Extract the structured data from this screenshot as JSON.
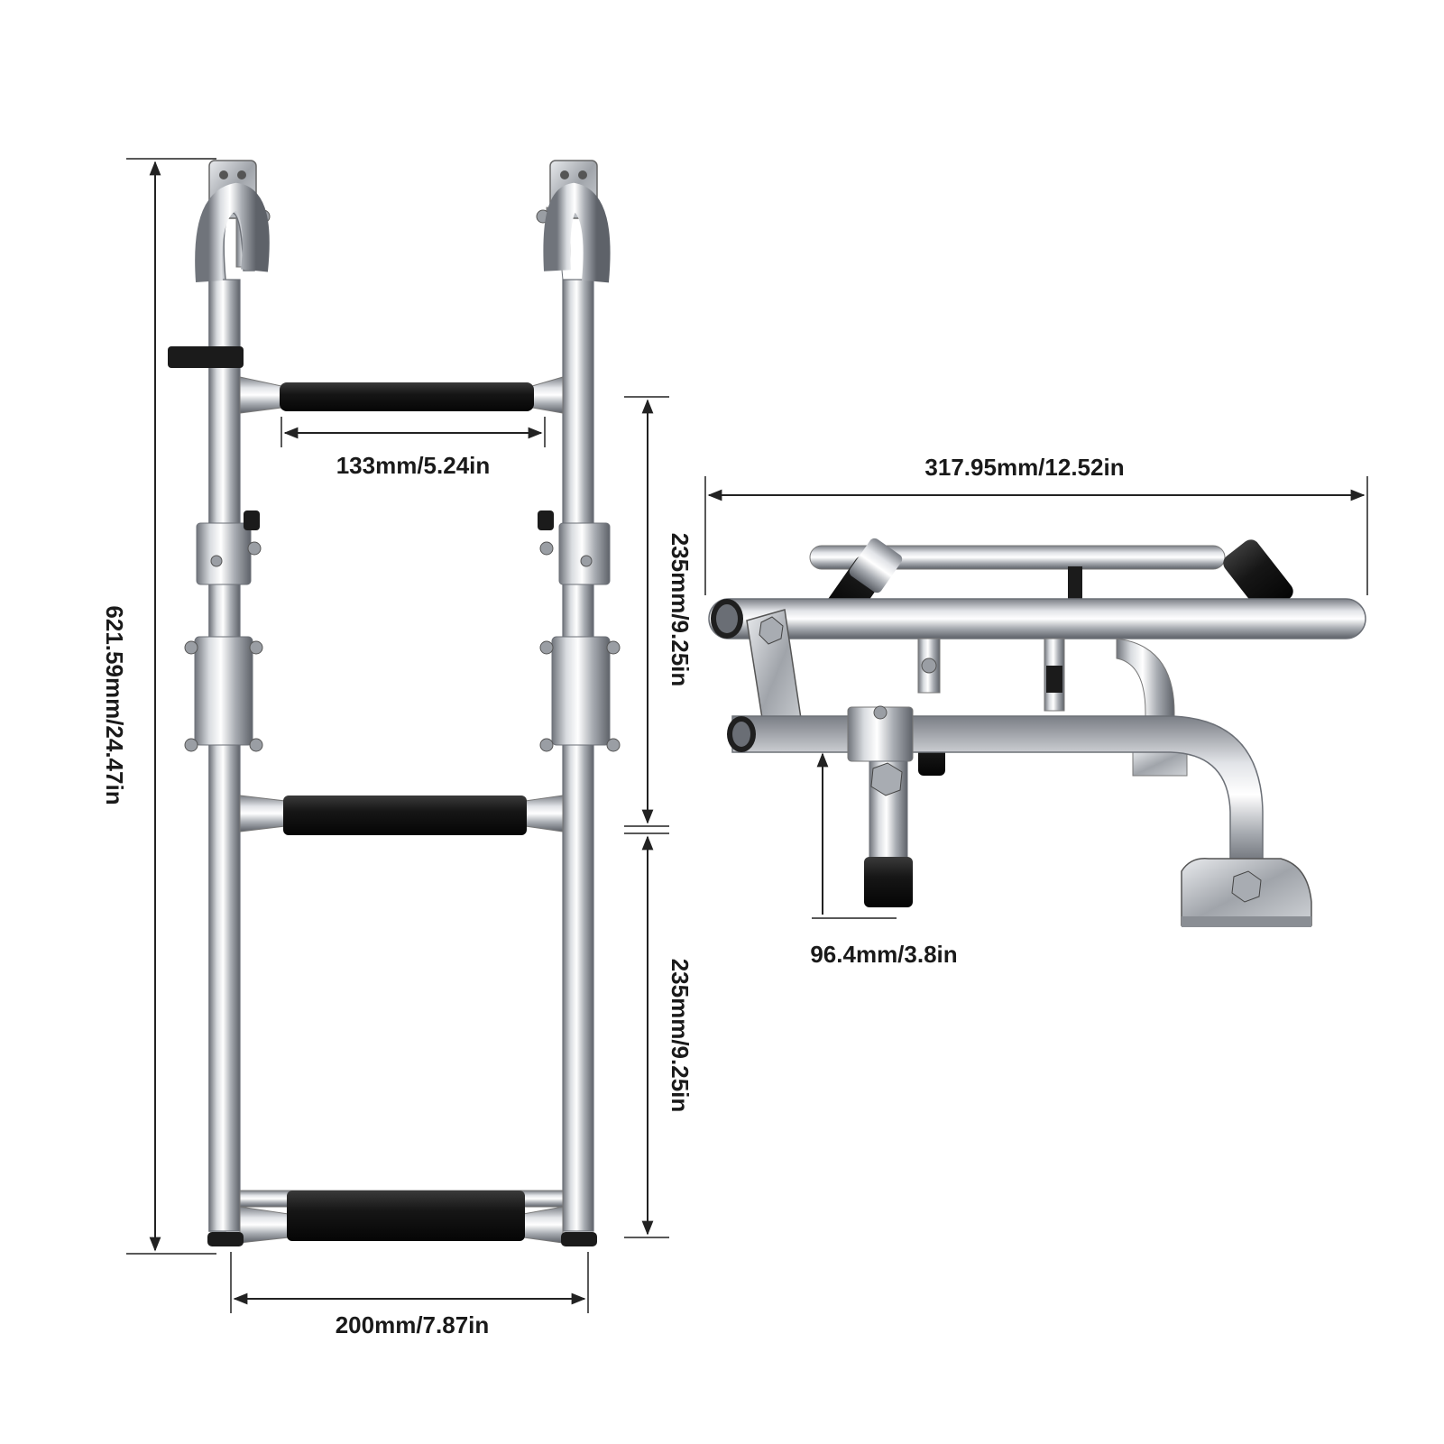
{
  "dimensions": {
    "total_height": "621.59mm/24.47in",
    "step_width": "133mm/5.24in",
    "step_spacing_upper": "235mm/9.25in",
    "step_spacing_lower": "235mm/9.25in",
    "ladder_width": "200mm/7.87in",
    "folded_length": "317.95mm/12.52in",
    "folded_height": "96.4mm/3.8in"
  },
  "colors": {
    "steel_light": "#f4f5f7",
    "steel_mid": "#b9bdc3",
    "steel_dark": "#6d7178",
    "rubber": "#151515"
  }
}
